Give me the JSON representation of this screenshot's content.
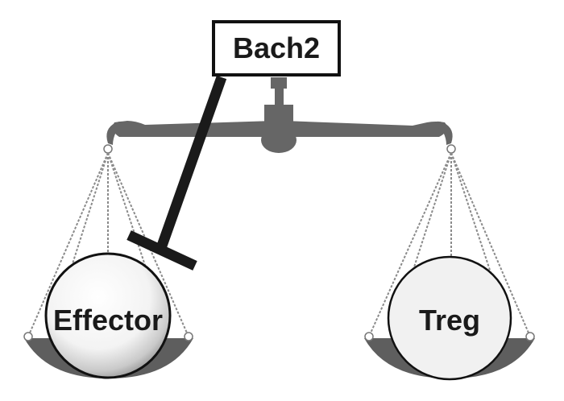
{
  "regulator": {
    "label": "Bach2"
  },
  "left_pan": {
    "label": "Effector"
  },
  "right_pan": {
    "label": "Treg"
  },
  "colors": {
    "beam": "#666666",
    "pan": "#5e5e5e",
    "inhibitor_arrow": "#1a1a1a",
    "chain": "#8a8a8a"
  }
}
